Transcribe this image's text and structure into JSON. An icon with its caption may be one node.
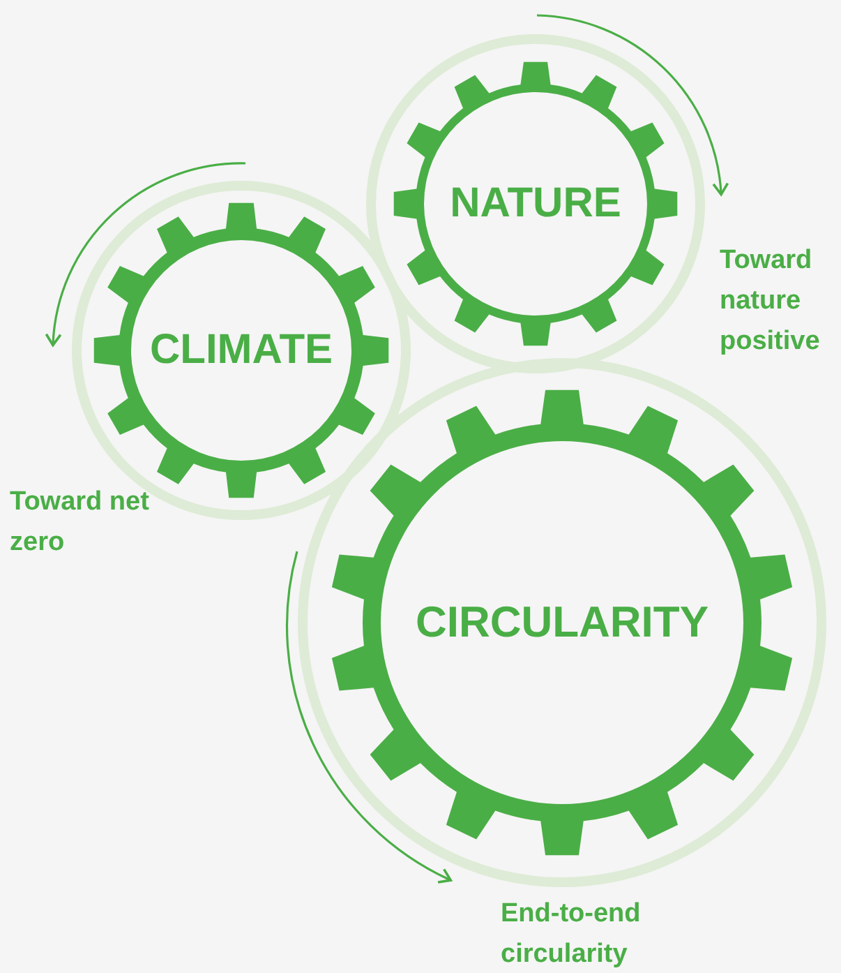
{
  "diagram": {
    "nodes": [
      {
        "text": [
          "NATURE"
        ],
        "beside": [
          "Toward nature positive"
        ]
      },
      {
        "text": [
          "CLIMATE"
        ],
        "beside": [
          "Toward net zero"
        ]
      },
      {
        "text": [
          "CIRCULARITY"
        ],
        "beside": [
          "End-to-end circularity"
        ]
      }
    ]
  }
}
